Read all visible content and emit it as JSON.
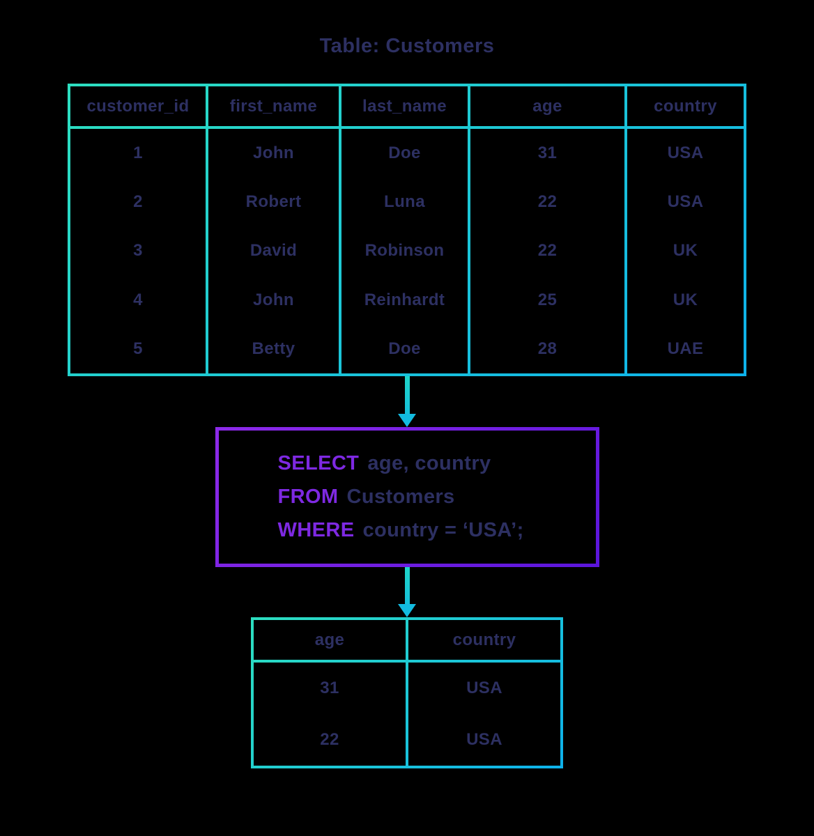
{
  "title": "Table: Customers",
  "customers": {
    "columns": [
      "customer_id",
      "first_name",
      "last_name",
      "age",
      "country"
    ],
    "rows": [
      [
        "1",
        "John",
        "Doe",
        "31",
        "USA"
      ],
      [
        "2",
        "Robert",
        "Luna",
        "22",
        "USA"
      ],
      [
        "3",
        "David",
        "Robinson",
        "22",
        "UK"
      ],
      [
        "4",
        "John",
        "Reinhardt",
        "25",
        "UK"
      ],
      [
        "5",
        "Betty",
        "Doe",
        "28",
        "UAE"
      ]
    ]
  },
  "query": {
    "lines": [
      {
        "keyword": "SELECT",
        "rest": "age, country"
      },
      {
        "keyword": "FROM",
        "rest": "Customers"
      },
      {
        "keyword": "WHERE",
        "rest": "country = ‘USA’;"
      }
    ]
  },
  "result": {
    "columns": [
      "age",
      "country"
    ],
    "rows": [
      [
        "31",
        "USA"
      ],
      [
        "22",
        "USA"
      ]
    ]
  },
  "colors": {
    "background": "#000000",
    "text_navy": "#2d3062",
    "border_teal": "#2ddfc0",
    "border_blue": "#0db1eb",
    "box_purple": "#8d2ae9",
    "box_violet": "#5a15db",
    "keyword_purple": "#7e29e2",
    "arrow_cyan": "#15c0da"
  }
}
